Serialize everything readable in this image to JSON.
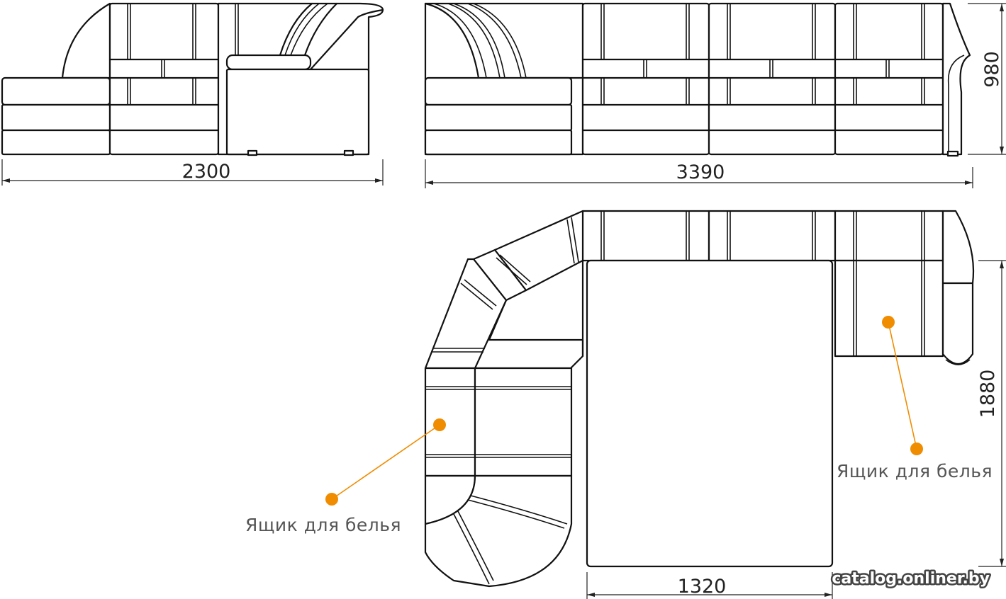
{
  "dimensions": {
    "left_view_width": "2300",
    "front_view_width": "3390",
    "height": "980",
    "depth": "1880",
    "berth_width": "1320"
  },
  "labels": {
    "storage_box_left": "Ящик для белья",
    "storage_box_right": "Ящик для белья"
  },
  "watermark": "catalog.onliner.by",
  "colors": {
    "outline": "#111111",
    "callout": "#f08c00",
    "label_text": "#555555"
  }
}
